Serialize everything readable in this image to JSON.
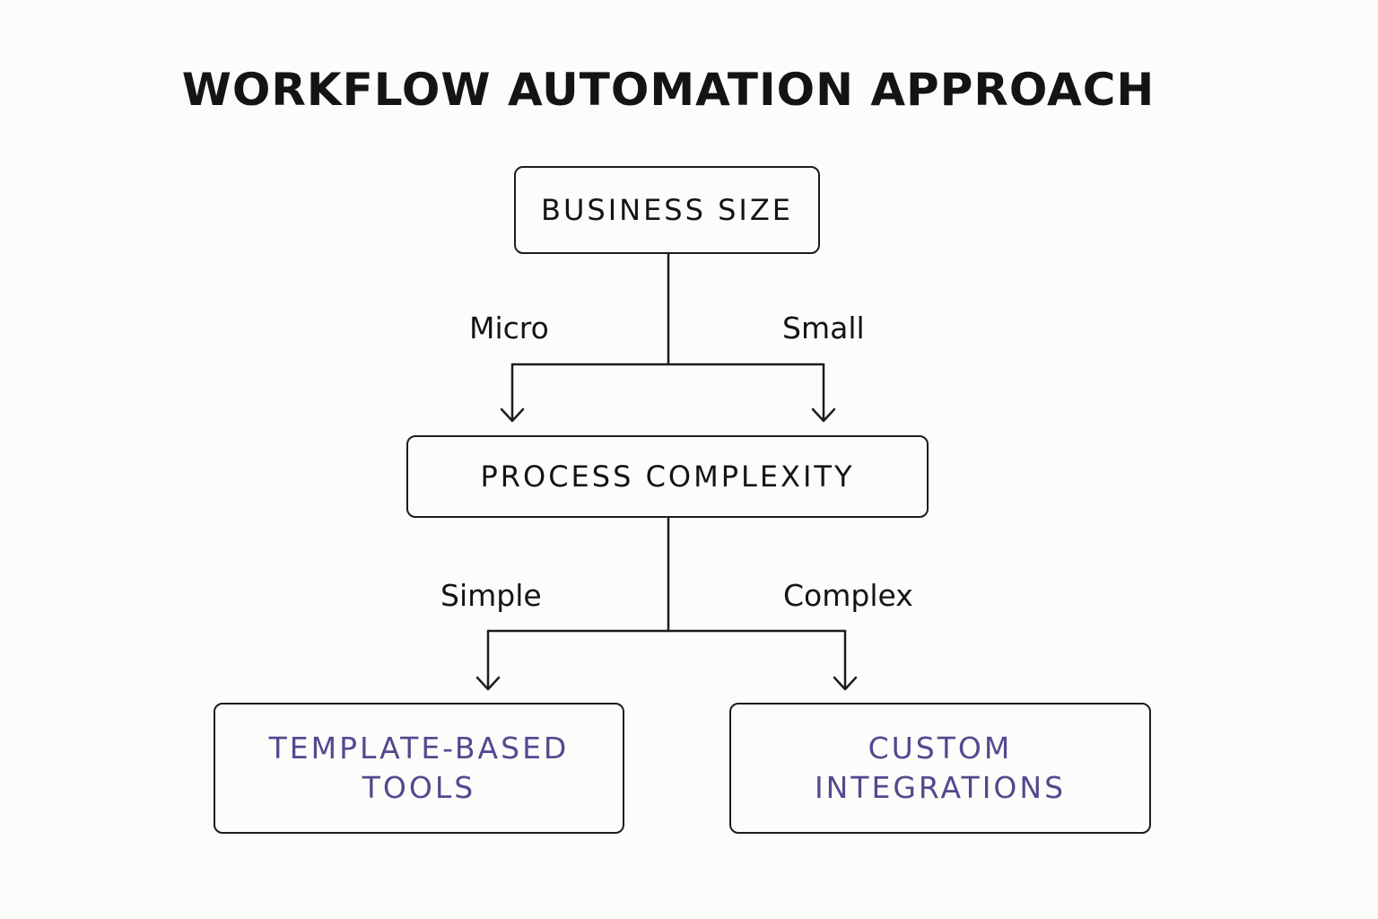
{
  "title": "WORKFLOW AUTOMATION APPROACH",
  "nodes": {
    "business_size": "BUSINESS SIZE",
    "process_complexity": "PROCESS COMPLEXITY",
    "template_tools": [
      "TEMPLATE-BASED",
      "TOOLS"
    ],
    "custom_integrations": [
      "CUSTOM",
      "INTEGRATIONS"
    ]
  },
  "edges": {
    "micro": "Micro",
    "small": "Small",
    "simple": "Simple",
    "complex": "Complex"
  },
  "colors": {
    "outline": "#1c1c1c",
    "outcome_text": "#55488f",
    "background": "#fcfcfa"
  }
}
